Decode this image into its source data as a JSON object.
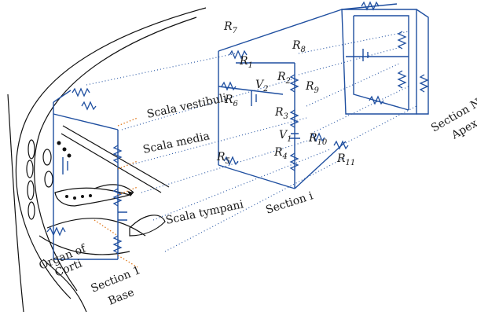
{
  "labels": {
    "scala_vestibuli": "Scala vestibuli",
    "scala_media": "Scala media",
    "scala_tympani": "Scala tympani",
    "organ_of_corti_1": "Organ of",
    "organ_of_corti_2": "Corti",
    "section_1": "Section 1",
    "base": "Base",
    "section_i": "Section i",
    "section_n": "Section N",
    "apex": "Apex"
  },
  "components": {
    "R1": {
      "letter": "R",
      "sub": "1"
    },
    "R2": {
      "letter": "R",
      "sub": "2"
    },
    "R3": {
      "letter": "R",
      "sub": "3"
    },
    "R4": {
      "letter": "R",
      "sub": "4"
    },
    "R5": {
      "letter": "R",
      "sub": "5"
    },
    "R6": {
      "letter": "R",
      "sub": "6"
    },
    "R7": {
      "letter": "R",
      "sub": "7"
    },
    "R8": {
      "letter": "R",
      "sub": "8"
    },
    "R9": {
      "letter": "R",
      "sub": "9"
    },
    "R10": {
      "letter": "R",
      "sub": "10"
    },
    "R11": {
      "letter": "R",
      "sub": "11"
    },
    "V1": {
      "letter": "V",
      "sub": "1"
    },
    "V2": {
      "letter": "V",
      "sub": "2"
    }
  },
  "colors": {
    "circuit": "#1f4fa0",
    "guide": "#e07a1f",
    "anatomy": "#111111"
  }
}
